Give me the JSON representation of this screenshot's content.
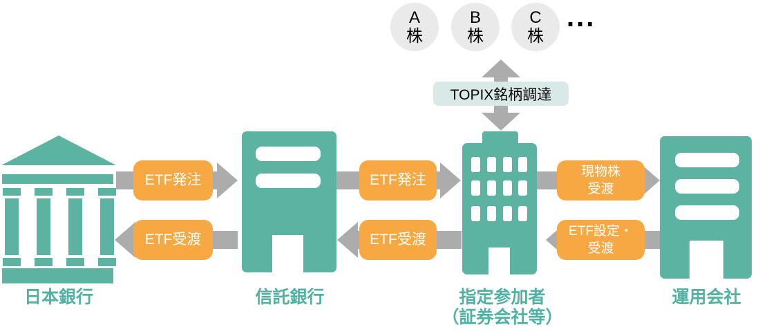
{
  "colors": {
    "building_teal": "#5DB3A1",
    "label_teal": "#4FB2A2",
    "arrow_gray": "#ACACAC",
    "flow_orange": "#F8A843",
    "flow_text": "#FFFFFF",
    "stock_circle_gray": "#EAEAEA",
    "topix_box_bg": "#D9E9E7",
    "text_black": "#000000"
  },
  "stocks": [
    {
      "symbol": "A",
      "suffix": "株"
    },
    {
      "symbol": "B",
      "suffix": "株"
    },
    {
      "symbol": "C",
      "suffix": "株"
    }
  ],
  "stocks_ellipsis": "...",
  "topix_flow": {
    "label": "TOPIX銘柄調達",
    "direction": "both",
    "between": [
      "A株・B株・C株…",
      "指定参加者（証券会社等）"
    ]
  },
  "entities": [
    {
      "name": "bank-of-japan",
      "label": "日本銀行"
    },
    {
      "name": "trust-bank",
      "label": "信託銀行"
    },
    {
      "name": "designated-participant",
      "label": "指定参加者\n（証券会社等）"
    },
    {
      "name": "asset-management-company",
      "label": "運用会社"
    }
  ],
  "flows": [
    {
      "label": "ETF発注",
      "direction": "right",
      "from": "日本銀行",
      "to": "信託銀行"
    },
    {
      "label": "ETF受渡",
      "direction": "left",
      "from": "信託銀行",
      "to": "日本銀行"
    },
    {
      "label": "ETF発注",
      "direction": "right",
      "from": "信託銀行",
      "to": "指定参加者（証券会社等）"
    },
    {
      "label": "ETF受渡",
      "direction": "left",
      "from": "指定参加者（証券会社等）",
      "to": "信託銀行"
    },
    {
      "label": "現物株\n受渡",
      "direction": "right",
      "from": "指定参加者（証券会社等）",
      "to": "運用会社"
    },
    {
      "label": "ETF設定・\n受渡",
      "direction": "left",
      "from": "運用会社",
      "to": "指定参加者（証券会社等）"
    }
  ]
}
